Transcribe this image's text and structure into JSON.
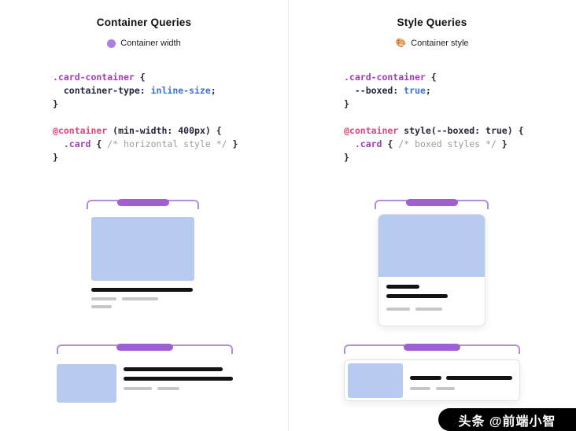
{
  "colors": {
    "accent-purple": "#a05fd3",
    "bracket-purple": "#b78ce0",
    "legend-dot": "#b07de0",
    "card-blue": "#b7cbf0",
    "bar-black": "#121212",
    "bar-gray": "#c6c6c6",
    "card-border": "#e3e3e3",
    "divider": "#eaeaea",
    "code-plain": "#23283a",
    "code-selector": "#a13db8",
    "code-atrule": "#e0457b",
    "code-value": "#3b6fe0",
    "code-comment": "#9b9b9b",
    "watermark-bg": "#000000",
    "watermark-text": "#ffffff"
  },
  "left": {
    "title": "Container Queries",
    "legend_label": "Container width",
    "code": [
      [
        {
          "t": ".card-container",
          "c": "sel"
        },
        {
          "t": " {",
          "c": "plain"
        }
      ],
      [
        {
          "t": "  container-type: ",
          "c": "plain"
        },
        {
          "t": "inline-size",
          "c": "val"
        },
        {
          "t": ";",
          "c": "plain"
        }
      ],
      [
        {
          "t": "}",
          "c": "plain"
        }
      ],
      [],
      [
        {
          "t": "@container",
          "c": "at"
        },
        {
          "t": " (min-width: 400px) {",
          "c": "plain"
        }
      ],
      [
        {
          "t": "  .card",
          "c": "sel"
        },
        {
          "t": " { ",
          "c": "plain"
        },
        {
          "t": "/* horizontal style */",
          "c": "comment"
        },
        {
          "t": " }",
          "c": "plain"
        }
      ],
      [
        {
          "t": "}",
          "c": "plain"
        }
      ]
    ]
  },
  "right": {
    "title": "Style Queries",
    "legend_icon": "🎨",
    "legend_label": "Container style",
    "code": [
      [
        {
          "t": ".card-container",
          "c": "sel"
        },
        {
          "t": " {",
          "c": "plain"
        }
      ],
      [
        {
          "t": "  --boxed: ",
          "c": "plain"
        },
        {
          "t": "true",
          "c": "val"
        },
        {
          "t": ";",
          "c": "plain"
        }
      ],
      [
        {
          "t": "}",
          "c": "plain"
        }
      ],
      [],
      [
        {
          "t": "@container",
          "c": "at"
        },
        {
          "t": " style(--boxed: true) {",
          "c": "plain"
        }
      ],
      [
        {
          "t": "  .card",
          "c": "sel"
        },
        {
          "t": " { ",
          "c": "plain"
        },
        {
          "t": "/* boxed styles */",
          "c": "comment"
        },
        {
          "t": " }",
          "c": "plain"
        }
      ],
      [
        {
          "t": "}",
          "c": "plain"
        }
      ]
    ]
  },
  "watermark": {
    "text": "头条 @前端小智"
  }
}
